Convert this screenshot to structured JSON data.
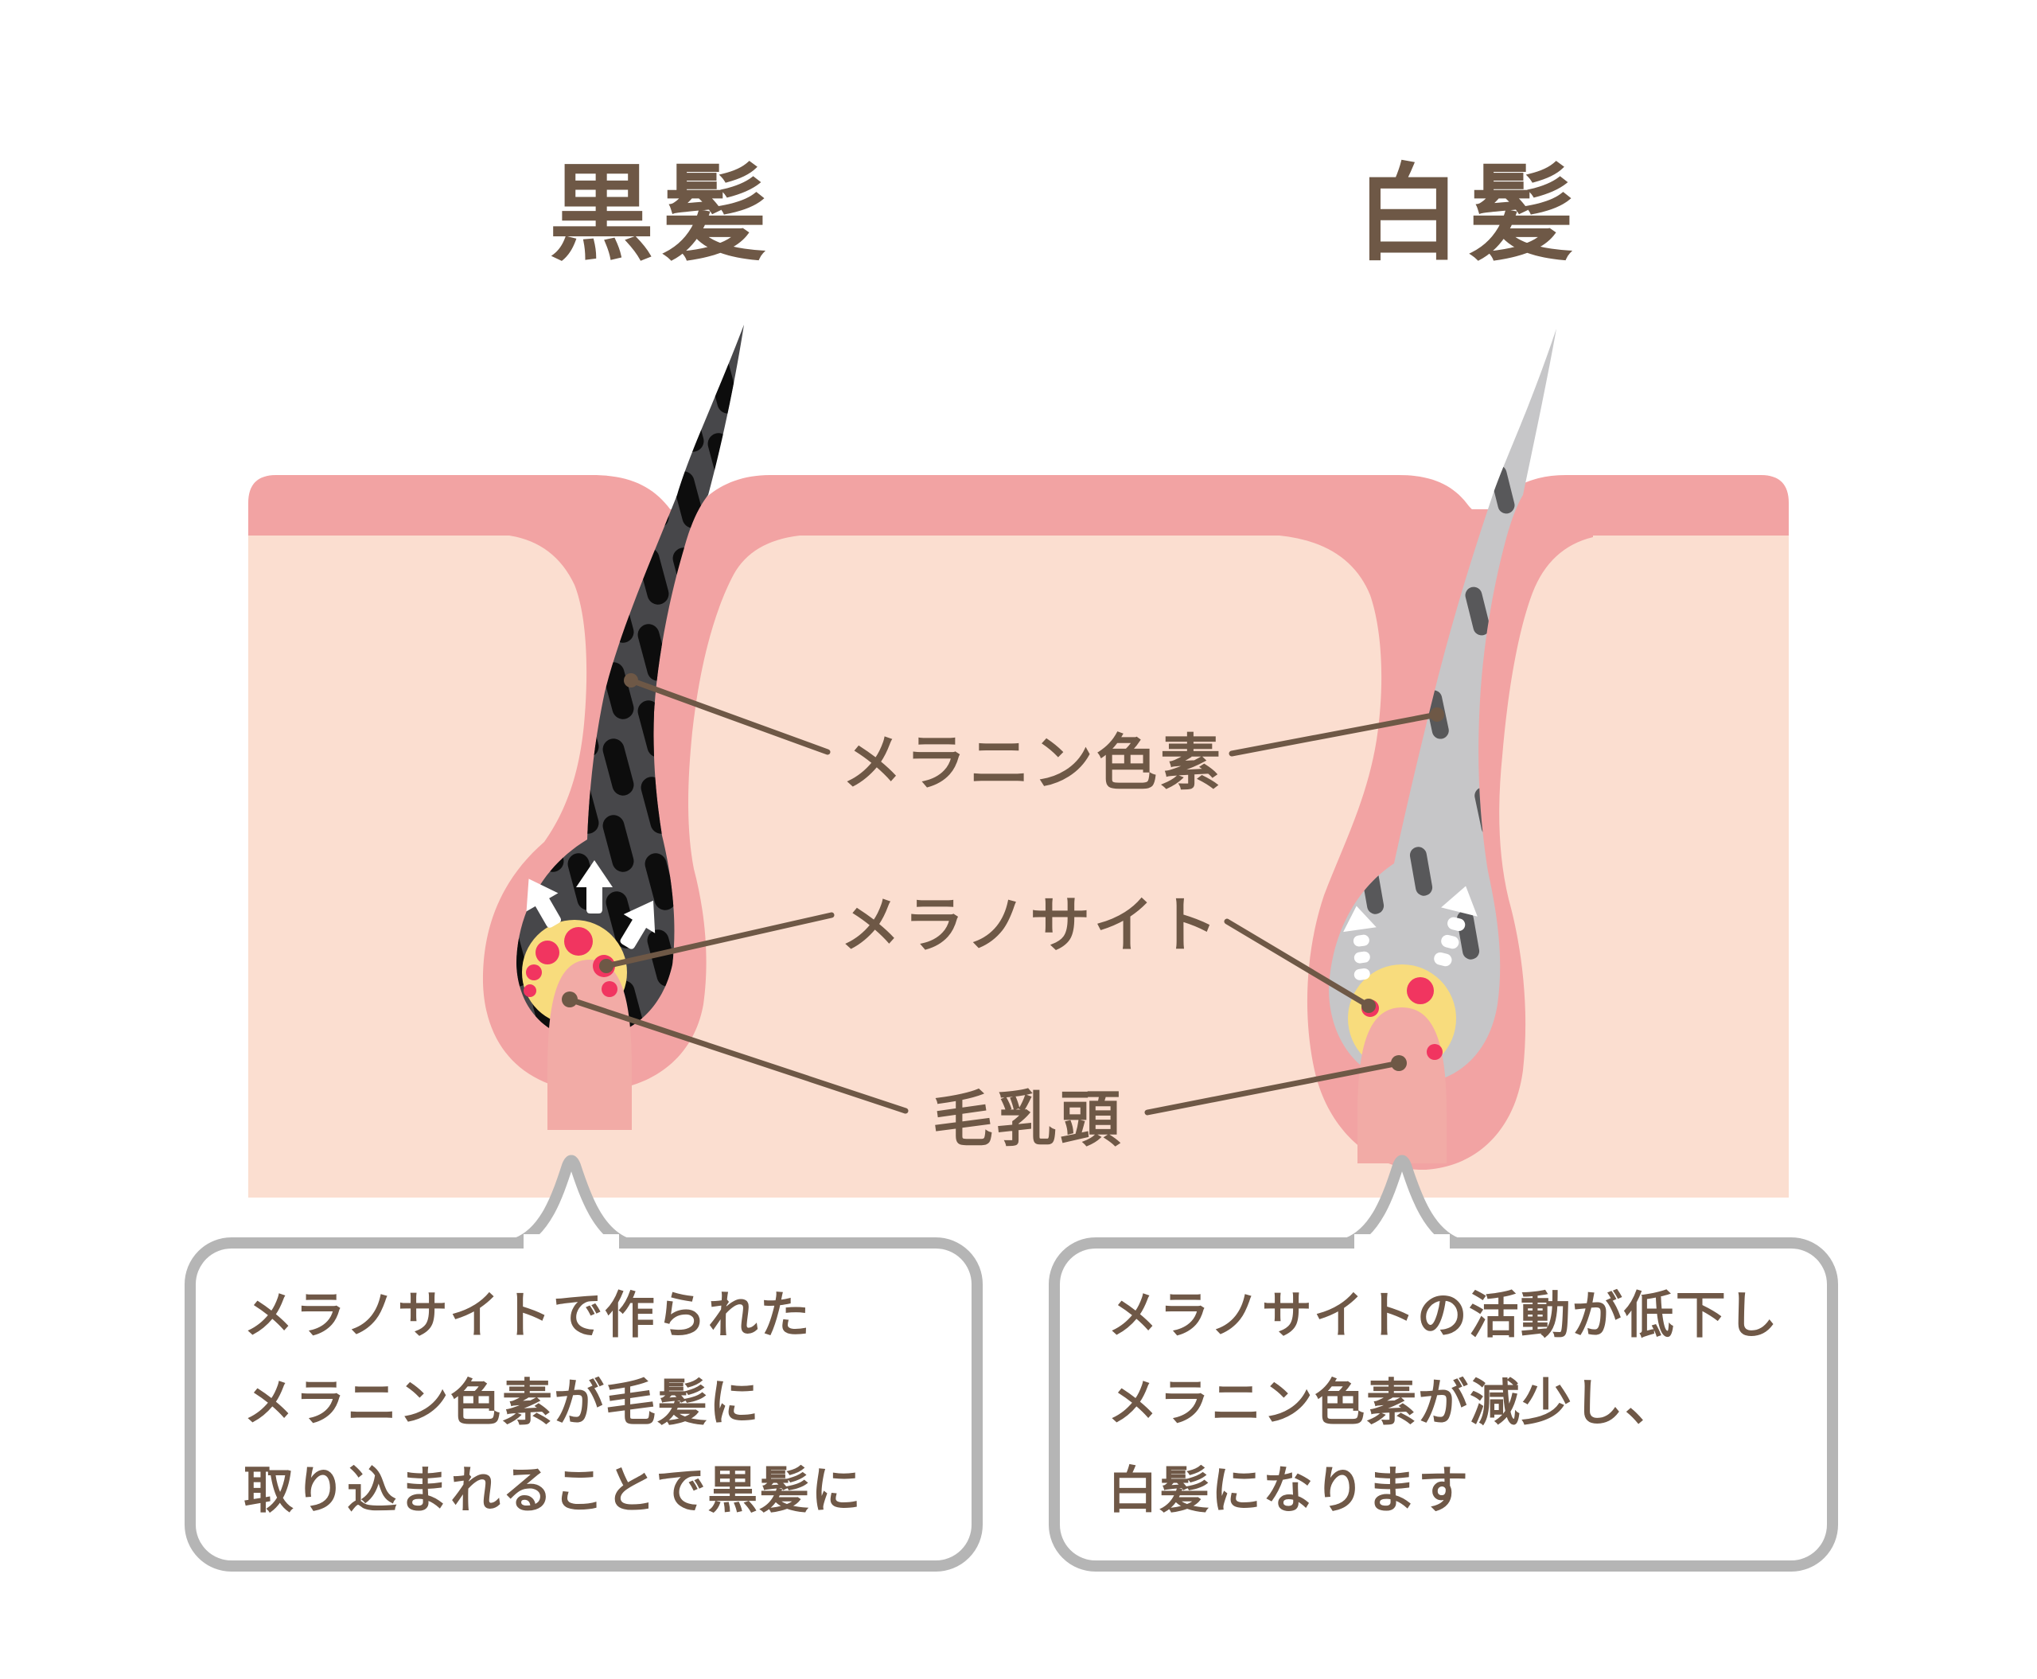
{
  "titles": {
    "left": "黒髪",
    "right": "白髪"
  },
  "labels": {
    "melanin_pigment": "メラニン色素",
    "melanocyte": "メラノサイト",
    "hair_papilla": "毛乳頭"
  },
  "bubbles": {
    "left": {
      "lines": [
        "メラノサイトで作られた",
        "メラニン色素が毛髪に",
        "取り込まれることで黒髪に"
      ]
    },
    "right": {
      "lines": [
        "メラノサイトの活動が低下し",
        "メラニン色素が減少し、",
        "白髪になります"
      ]
    }
  },
  "colors": {
    "epidermis_pink": "#F2A3A3",
    "dermis_peach": "#FBDED0",
    "black_hair_base": "#47474A",
    "black_melanin_dash": "#0D0D0D",
    "white_hair_base": "#C6C6C8",
    "gray_melanin_dash": "#58585A",
    "melanocyte_yellow": "#F8DC7D",
    "melanosome_red": "#F13560",
    "papilla_pink": "#F2ABA6",
    "text_brown": "#6E5846",
    "bubble_border_gray": "#B5B5B5",
    "background": "#FFFFFF"
  }
}
